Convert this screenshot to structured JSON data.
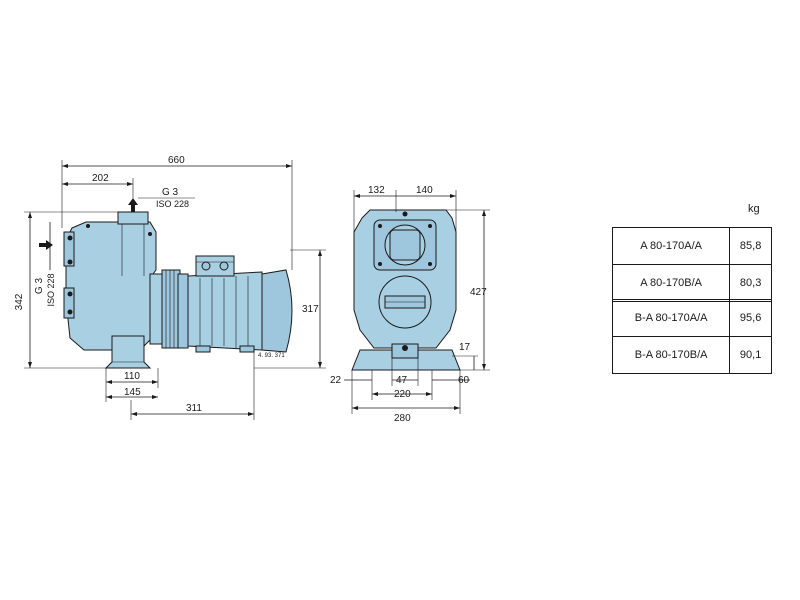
{
  "dimensions": {
    "overall_length": "660",
    "inlet_offset": "202",
    "thread_top": "G 3",
    "thread_top_std": "ISO 228",
    "thread_side": "G 3",
    "thread_side_std": "ISO 228",
    "total_height": "342",
    "motor_height": "317",
    "foot_inner": "110",
    "foot_outer": "145",
    "motor_length": "311",
    "motor_code": "4. 93. 371",
    "front_left": "132",
    "front_right": "140",
    "front_height": "427",
    "base_height": "17",
    "base_left": "22",
    "base_center": "47",
    "base_right": "60",
    "base_holes": "220",
    "base_width": "280"
  },
  "weights": {
    "unit": "kg",
    "group_a": [
      {
        "model": "A  80-170A/A",
        "weight": "85,8"
      },
      {
        "model": "A  80-170B/A",
        "weight": "80,3"
      }
    ],
    "group_b": [
      {
        "model": "B-A  80-170A/A",
        "weight": "95,6"
      },
      {
        "model": "B-A  80-170B/A",
        "weight": "90,1"
      }
    ]
  }
}
